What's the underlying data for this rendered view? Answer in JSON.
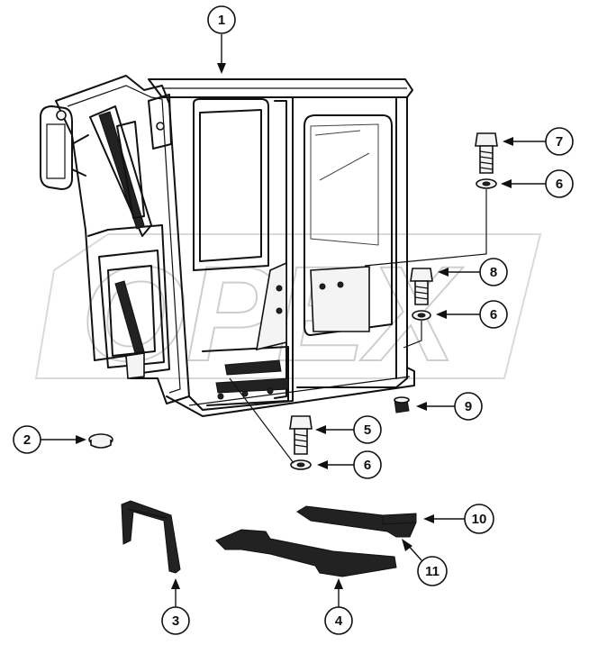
{
  "watermark": "OPEX",
  "callouts": [
    {
      "id": "c1",
      "label": "1"
    },
    {
      "id": "c2",
      "label": "2"
    },
    {
      "id": "c3",
      "label": "3"
    },
    {
      "id": "c4",
      "label": "4"
    },
    {
      "id": "c5",
      "label": "5"
    },
    {
      "id": "c6a",
      "label": "6"
    },
    {
      "id": "c6b",
      "label": "6"
    },
    {
      "id": "c6c",
      "label": "6"
    },
    {
      "id": "c7",
      "label": "7"
    },
    {
      "id": "c8",
      "label": "8"
    },
    {
      "id": "c9",
      "label": "9"
    },
    {
      "id": "c10",
      "label": "10"
    },
    {
      "id": "c11",
      "label": "11"
    }
  ]
}
